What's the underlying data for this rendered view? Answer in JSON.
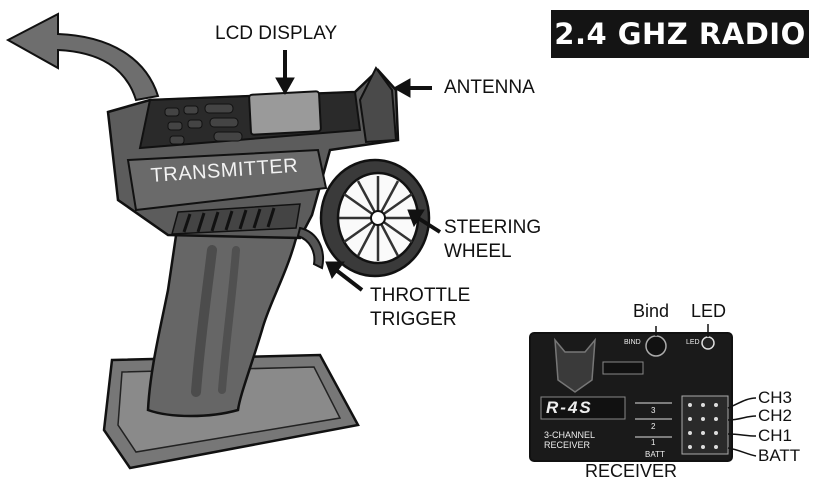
{
  "title": "2.4 GHZ RADIO",
  "labels": {
    "lcd_display": "LCD DISPLAY",
    "antenna": "ANTENNA",
    "transmitter": "TRANSMITTER",
    "steering_wheel_line1": "STEERING",
    "steering_wheel_line2": "WHEEL",
    "throttle_trigger_line1": "THROTTLE",
    "throttle_trigger_line2": "TRIGGER",
    "bind": "Bind",
    "led": "LED",
    "receiver": "RECEIVER"
  },
  "receiver_panel": {
    "bind_small": "BIND",
    "led_small": "LED",
    "model_mark": "R-4S",
    "channel_text_line1": "3-CHANNEL",
    "channel_text_line2": "RECEIVER",
    "slot_labels": [
      "3",
      "2",
      "1",
      "BATT"
    ]
  },
  "channels": [
    "CH3",
    "CH2",
    "CH1",
    "BATT"
  ],
  "colors": {
    "ink": "#111111",
    "device_gray": "#5c5c5c",
    "device_dark": "#2a2a2a",
    "title_bg": "#141414",
    "title_fg": "#ffffff"
  }
}
